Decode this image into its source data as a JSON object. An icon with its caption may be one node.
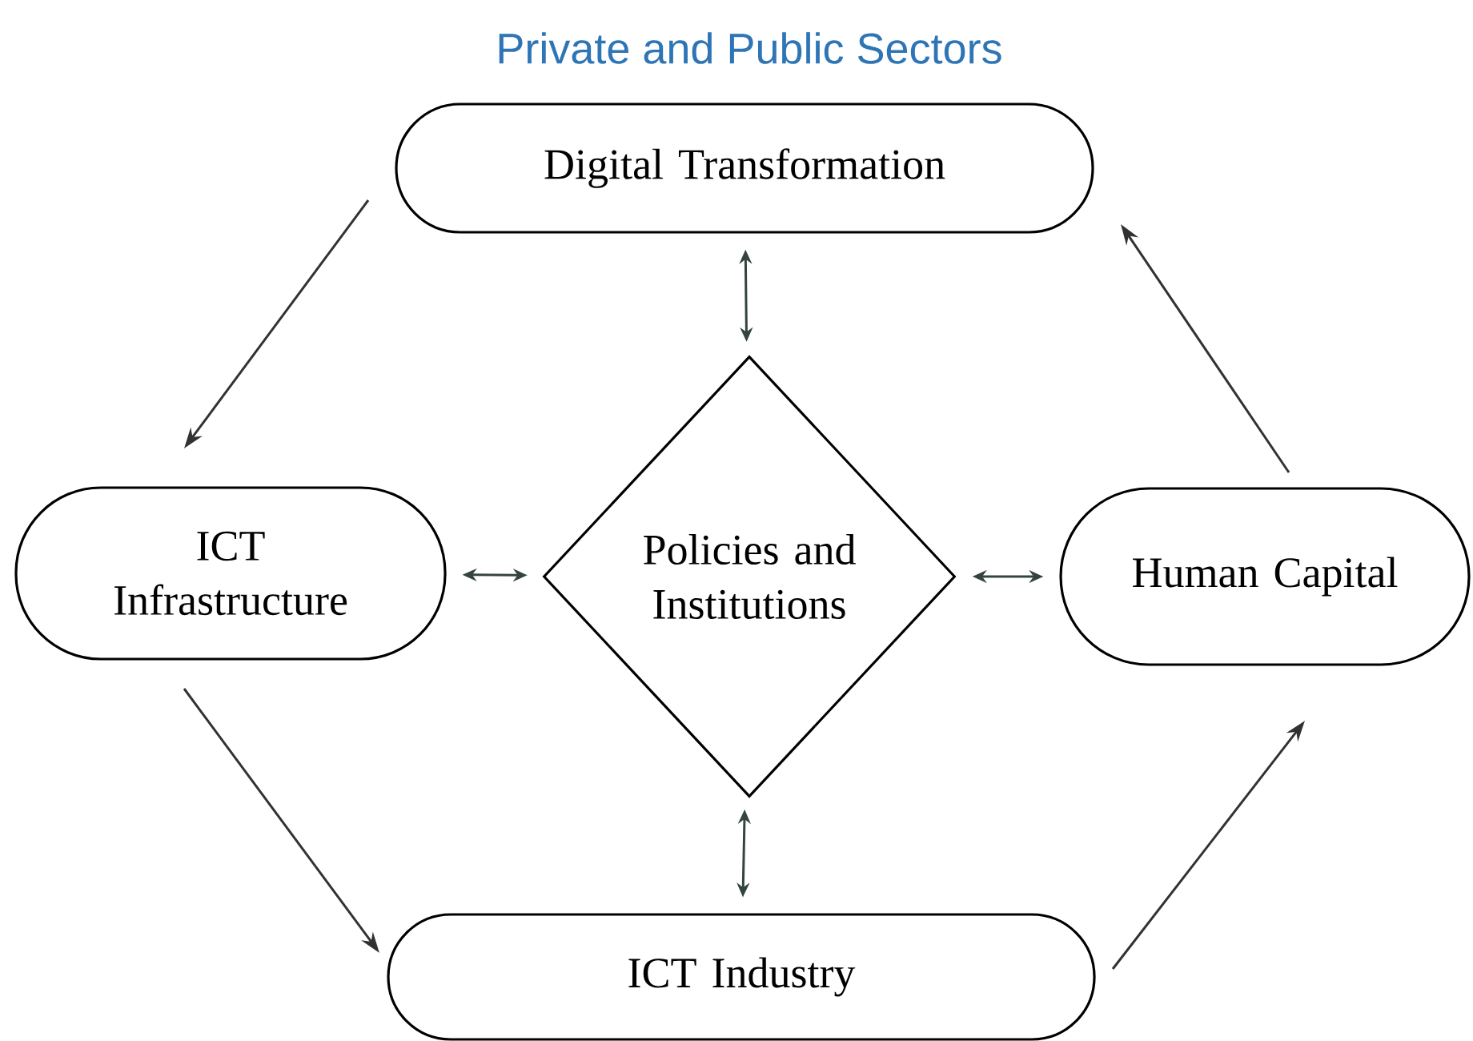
{
  "diagram": {
    "title": "Private and Public Sectors",
    "nodes": [
      {
        "text": [
          "Digital Transformation"
        ]
      },
      {
        "text": [
          "ICT Infrastructure"
        ]
      },
      {
        "text": [
          "Policies and Institutions"
        ]
      },
      {
        "text": [
          "Human Capital"
        ]
      },
      {
        "text": [
          "ICT Industry"
        ]
      }
    ],
    "edges": [
      {
        "from": 0,
        "to": 1,
        "arrow": "to"
      },
      {
        "from": 1,
        "to": 4,
        "arrow": "to"
      },
      {
        "from": 4,
        "to": 3,
        "arrow": "to"
      },
      {
        "from": 3,
        "to": 0,
        "arrow": "to"
      },
      {
        "from": 0,
        "to": 2,
        "arrow": "both",
        "color": "#34443e"
      },
      {
        "from": 1,
        "to": 2,
        "arrow": "both",
        "color": "#34443e"
      },
      {
        "from": 2,
        "to": 3,
        "arrow": "both",
        "color": "#34443e"
      },
      {
        "from": 2,
        "to": 4,
        "arrow": "both",
        "color": "#34443e"
      }
    ]
  }
}
